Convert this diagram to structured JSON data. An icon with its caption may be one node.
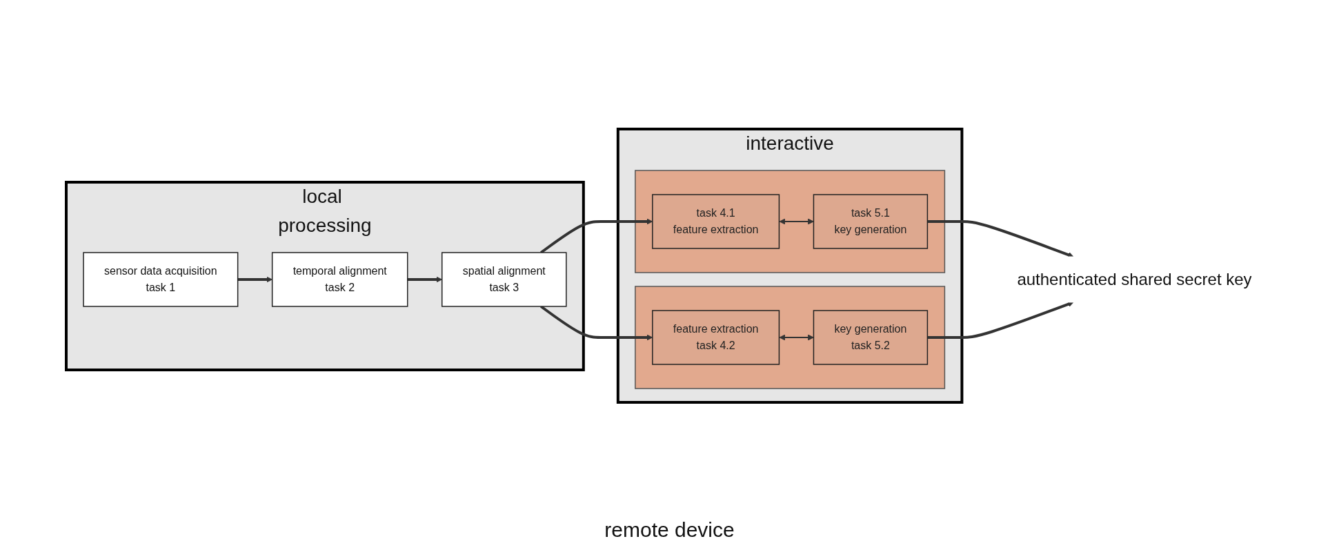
{
  "diagram": {
    "nodes": [
      {
        "text": [
          "local processing"
        ]
      },
      {
        "text": [
          "sensor data acquisition",
          "task 1"
        ],
        "in": 0
      },
      {
        "text": [
          "temporal alignment",
          "task 2"
        ],
        "in": 0
      },
      {
        "text": [
          "spatial alignment",
          "task 3"
        ],
        "in": 0
      },
      {
        "text": [
          "interactive"
        ]
      },
      {
        "text": [],
        "shape": "box",
        "in": 4
      },
      {
        "text": [
          "task 4.1",
          "feature extraction"
        ],
        "in": 5
      },
      {
        "text": [
          "task 5.1",
          "key generation"
        ],
        "in": 5
      },
      {
        "text": [],
        "shape": "box",
        "in": 4
      },
      {
        "text": [
          "feature extraction",
          "task 4.2"
        ],
        "in": 8
      },
      {
        "text": [
          "key generation",
          "task 5.2"
        ],
        "in": 8
      },
      {
        "text": [
          "authenticated shared secret key"
        ]
      }
    ],
    "edges": [
      {
        "from": 1,
        "to": 2,
        "arrow": "to"
      },
      {
        "from": 2,
        "to": 3,
        "arrow": "to"
      },
      {
        "from": 3,
        "to": 6,
        "arrow": "to"
      },
      {
        "from": 3,
        "to": 9,
        "arrow": "to"
      },
      {
        "from": 6,
        "to": 7,
        "arrow": "both"
      },
      {
        "from": 9,
        "to": 10,
        "arrow": "both"
      },
      {
        "from": 7,
        "to": 11,
        "arrow": "to"
      },
      {
        "from": 10,
        "to": 11,
        "arrow": "to"
      }
    ],
    "labels": [
      "remote device"
    ]
  }
}
